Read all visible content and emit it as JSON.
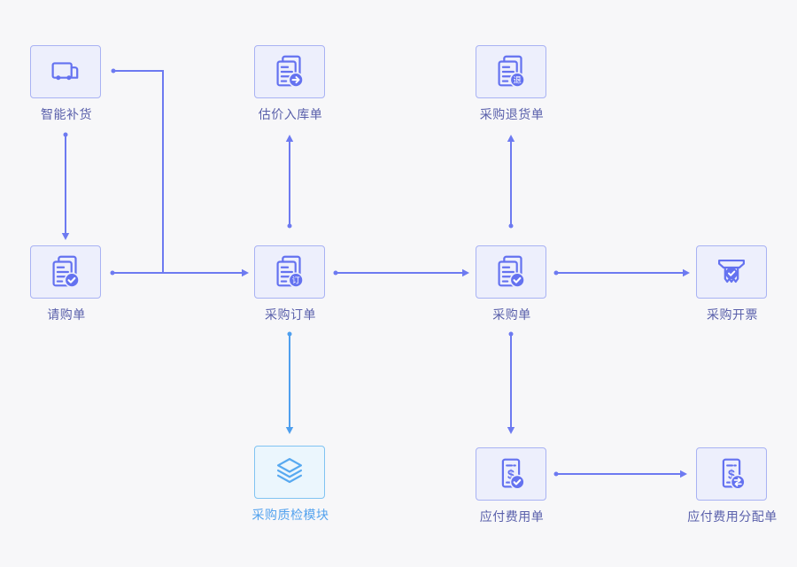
{
  "page": {
    "background": "#f7f7f9"
  },
  "colors": {
    "node_border": "#a8b2f3",
    "node_bg": "#edeffc",
    "icon_purple": "#6472f0",
    "connector_purple": "#6d7af1",
    "label_color": "#5a60ab",
    "qc_border": "#80c3f2",
    "qc_bg": "#ebf6fd",
    "qc_icon": "#58a9f0",
    "qc_label": "#55a3ee",
    "connector_blue": "#4f9fee"
  },
  "icons": {
    "dollar_symbol": "$"
  },
  "nodes": {
    "smart_replenishment": {
      "label": "智能补货",
      "icon": "truck-icon"
    },
    "estimated_inbound": {
      "label": "估价入库单",
      "icon": "document-arrow-icon"
    },
    "purchase_return": {
      "label": "采购退货单",
      "icon": "document-return-icon",
      "badge_text": "退"
    },
    "purchase_request": {
      "label": "请购单",
      "icon": "document-check-icon"
    },
    "purchase_order": {
      "label": "采购订单",
      "icon": "document-order-icon",
      "badge_text": "订"
    },
    "purchase": {
      "label": "采购单",
      "icon": "document-check-icon"
    },
    "purchase_invoicing": {
      "label": "采购开票",
      "icon": "invoice-ribbon-icon"
    },
    "qc_module": {
      "label": "采购质检模块",
      "icon": "layers-icon"
    },
    "payable_expense": {
      "label": "应付费用单",
      "icon": "bill-check-icon"
    },
    "payable_allocation": {
      "label": "应付费用分配单",
      "icon": "bill-transfer-icon"
    }
  },
  "edges": [
    {
      "from": "智能补货",
      "to": "请购单",
      "style": "purple"
    },
    {
      "from": "智能补货",
      "to": "采购订单",
      "style": "purple",
      "route": "elbow"
    },
    {
      "from": "请购单",
      "to": "采购订单",
      "style": "purple"
    },
    {
      "from": "采购订单",
      "to": "估价入库单",
      "style": "purple"
    },
    {
      "from": "采购订单",
      "to": "采购单",
      "style": "purple"
    },
    {
      "from": "采购订单",
      "to": "采购质检模块",
      "style": "blue"
    },
    {
      "from": "采购单",
      "to": "采购退货单",
      "style": "purple"
    },
    {
      "from": "采购单",
      "to": "采购开票",
      "style": "purple"
    },
    {
      "from": "采购单",
      "to": "应付费用单",
      "style": "purple"
    },
    {
      "from": "应付费用单",
      "to": "应付费用分配单",
      "style": "purple"
    }
  ]
}
